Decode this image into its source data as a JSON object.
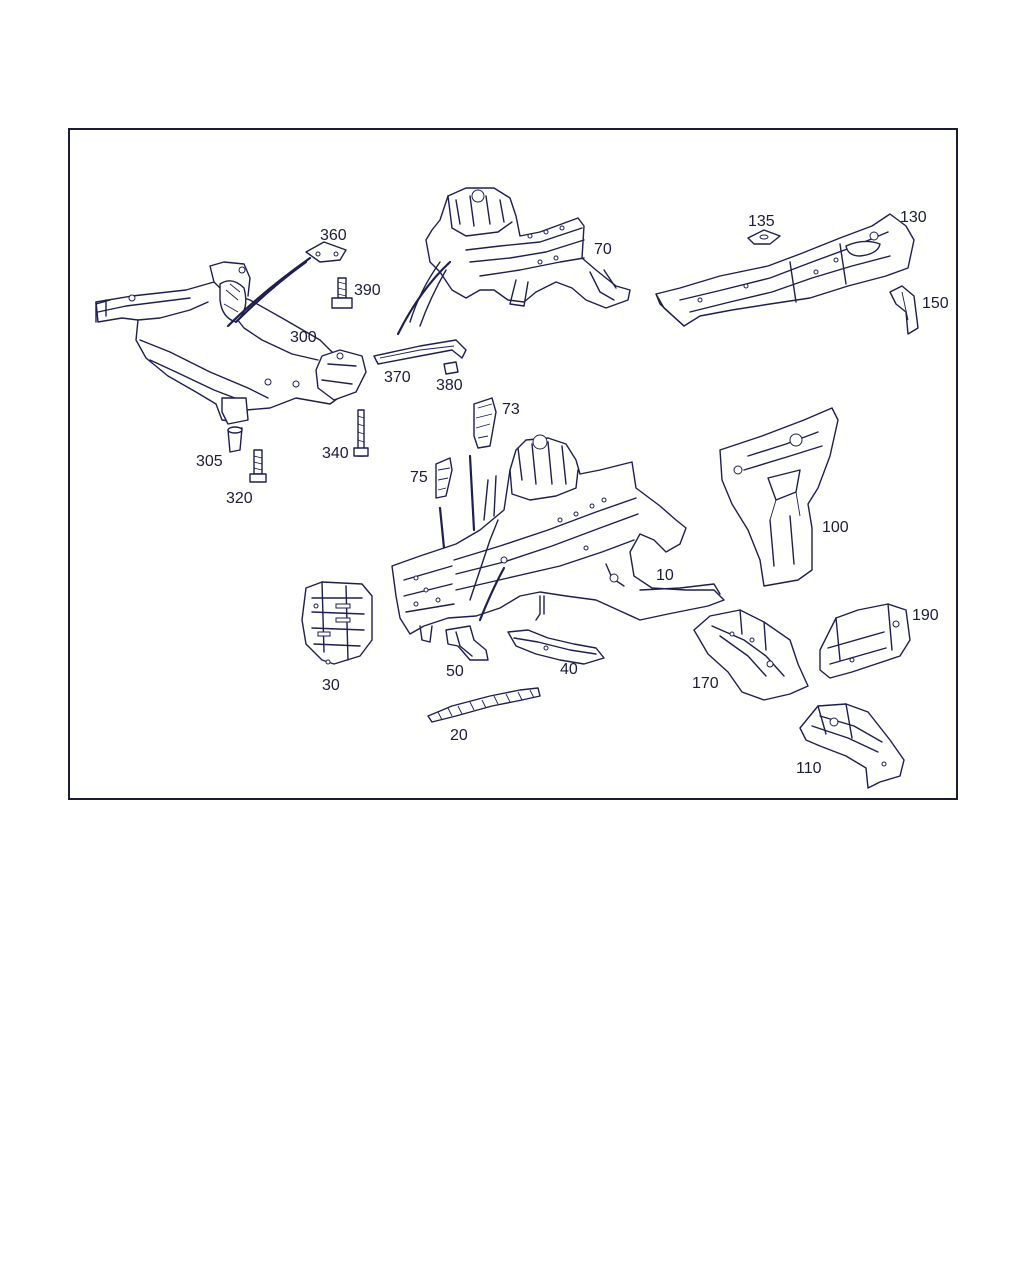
{
  "diagram": {
    "colors": {
      "line": "#1e1e50",
      "background": "#ffffff"
    },
    "labels": {
      "p10": "10",
      "p20": "20",
      "p30": "30",
      "p40": "40",
      "p50": "50",
      "p70": "70",
      "p73": "73",
      "p75": "75",
      "p100": "100",
      "p110": "110",
      "p130": "130",
      "p135": "135",
      "p150": "150",
      "p170": "170",
      "p190": "190",
      "p300": "300",
      "p305": "305",
      "p320": "320",
      "p340": "340",
      "p360": "360",
      "p370": "370",
      "p380": "380",
      "p390": "390"
    }
  }
}
